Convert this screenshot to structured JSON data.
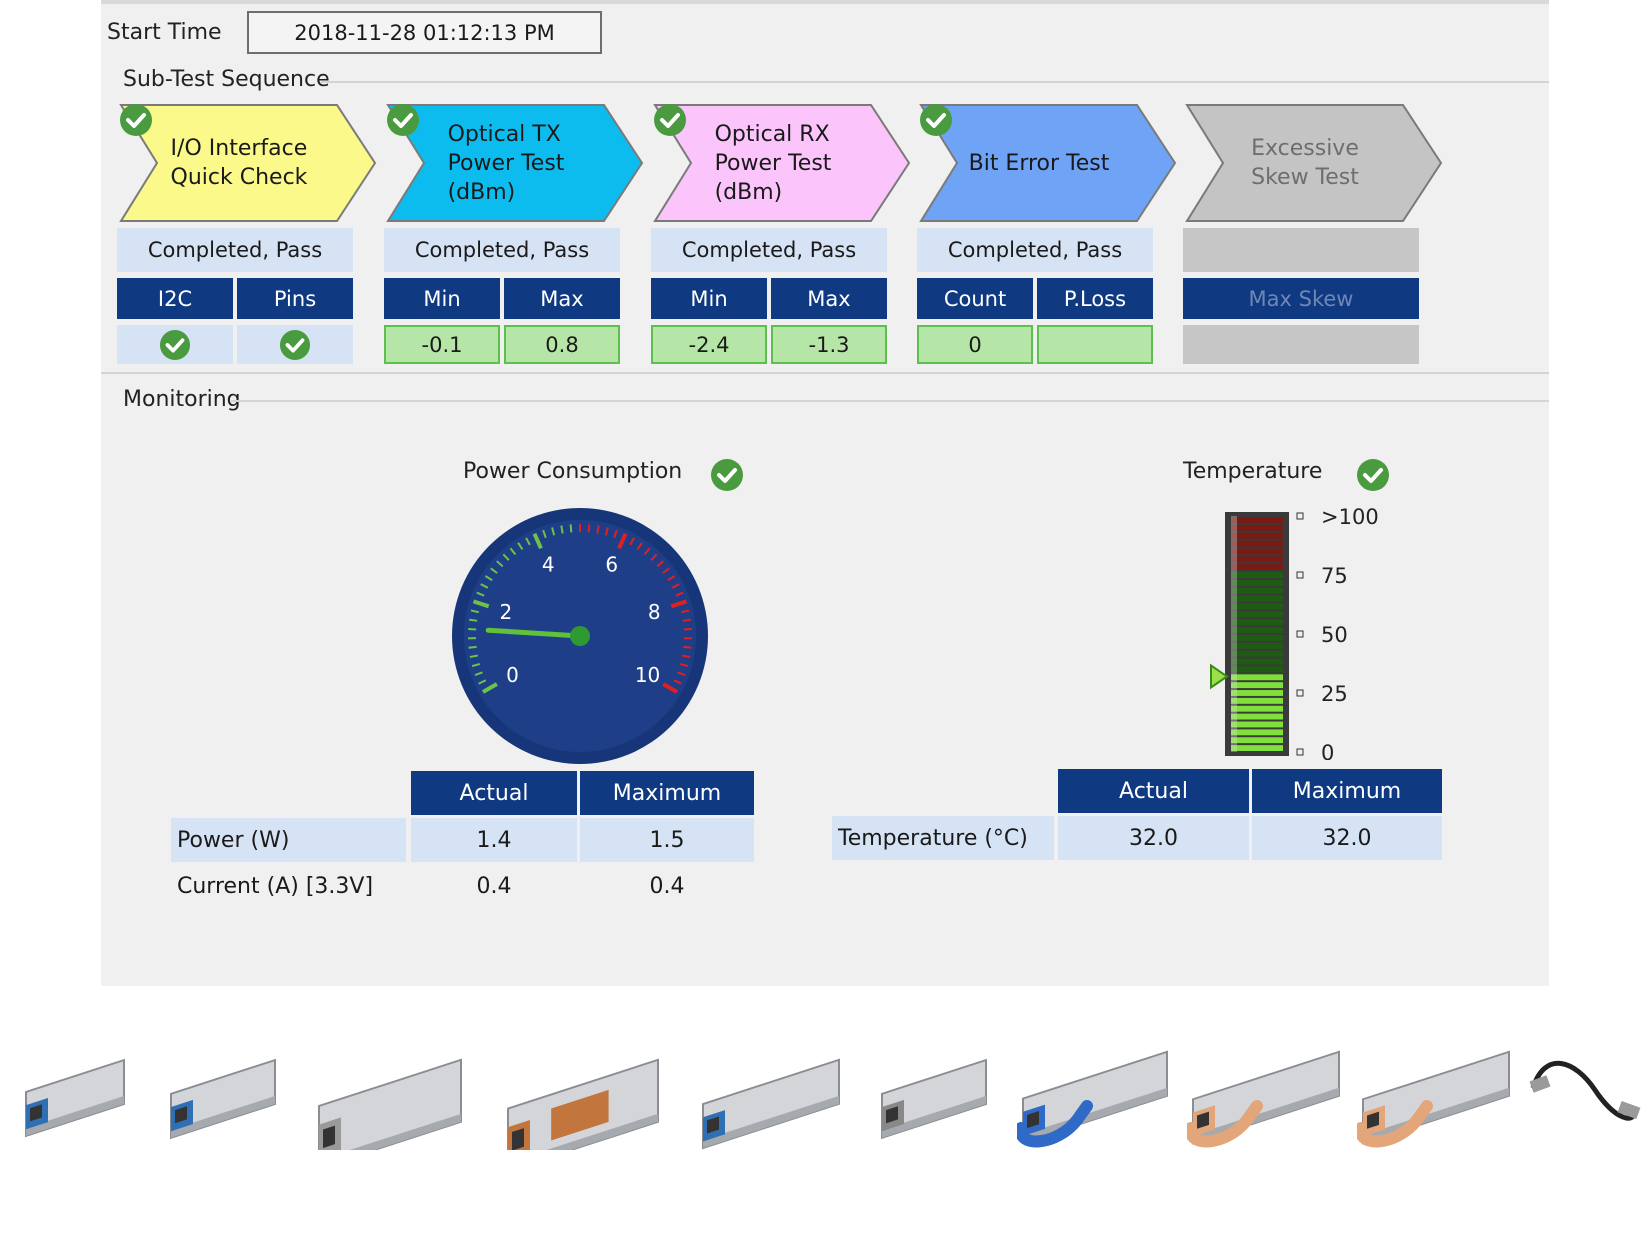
{
  "start": {
    "label": "Start Time",
    "value": "2018-11-28 01:12:13 PM"
  },
  "sequence": {
    "group_label": "Sub-Test Sequence",
    "steps": [
      {
        "lines": [
          "I/O Interface",
          "Quick Check"
        ],
        "fill": "#fbf98a",
        "passed": true,
        "status": "Completed, Pass",
        "headers": [
          "I2C",
          "Pins"
        ],
        "values": [
          "",
          ""
        ],
        "value_icons": [
          "check-circle",
          "check-circle"
        ]
      },
      {
        "lines": [
          "Optical TX",
          "Power Test",
          "(dBm)"
        ],
        "fill": "#0dbcef",
        "passed": true,
        "status": "Completed, Pass",
        "headers": [
          "Min",
          "Max"
        ],
        "values": [
          "-0.1",
          "0.8"
        ]
      },
      {
        "lines": [
          "Optical RX",
          "Power Test",
          "(dBm)"
        ],
        "fill": "#fbc4fb",
        "passed": true,
        "status": "Completed, Pass",
        "headers": [
          "Min",
          "Max"
        ],
        "values": [
          "-2.4",
          "-1.3"
        ]
      },
      {
        "lines": [
          "Bit Error Test"
        ],
        "fill": "#6ea3f6",
        "passed": true,
        "status": "Completed, Pass",
        "headers": [
          "Count",
          "P.Loss"
        ],
        "values": [
          "0",
          ""
        ]
      },
      {
        "lines": [
          "Excessive",
          "Skew Test"
        ],
        "fill": "#c4c4c4",
        "passed": false,
        "status": "",
        "headers": [
          "Max Skew"
        ],
        "values": [
          ""
        ]
      }
    ]
  },
  "monitoring": {
    "group_label": "Monitoring",
    "power": {
      "title": "Power Consumption",
      "passed": true,
      "gauge": {
        "min": 0,
        "max": 10,
        "value": 1.4,
        "ticks": [
          "0",
          "2",
          "4",
          "6",
          "8",
          "10"
        ]
      },
      "table": {
        "headers": [
          "Actual",
          "Maximum"
        ],
        "rows": [
          {
            "label": "Power (W)",
            "actual": "1.4",
            "maximum": "1.5"
          },
          {
            "label": "Current (A) [3.3V]",
            "actual": "0.4",
            "maximum": "0.4"
          }
        ]
      }
    },
    "temperature": {
      "title": "Temperature",
      "passed": true,
      "bar": {
        "labels": [
          ">100",
          "75",
          "50",
          "25",
          "0"
        ],
        "value_percent": 32
      },
      "table": {
        "headers": [
          "Actual",
          "Maximum"
        ],
        "rows": [
          {
            "label": "Temperature (°C)",
            "actual": "32.0",
            "maximum": "32.0"
          }
        ]
      }
    }
  },
  "colors": {
    "header_blue": "#0f3a82",
    "pass_green": "#4a9a3f",
    "value_green": "#b6e6a7",
    "status_blue": "#d6e3f4",
    "gauge_blue": "#1e3f87"
  },
  "products": [
    {
      "name": "sfp-transceiver-image",
      "accent": "#2f6fb3"
    },
    {
      "name": "sfp-plus-transceiver-image",
      "accent": "#2f6fb3"
    },
    {
      "name": "cfp-module-image",
      "accent": "#888888"
    },
    {
      "name": "cfp-open-module-image",
      "accent": "#c2763e"
    },
    {
      "name": "cfp2-module-image",
      "accent": "#2f6fb3"
    },
    {
      "name": "xfp-module-image",
      "accent": "#888888"
    },
    {
      "name": "qsfp-blue-pull-tab-image",
      "accent": "#2f6bc6"
    },
    {
      "name": "qsfp-tan-pull-tab-image",
      "accent": "#e3a57a"
    },
    {
      "name": "qsfp-tan-pull-tab-image-2",
      "accent": "#e3a57a"
    },
    {
      "name": "dac-cable-image",
      "accent": "#222222"
    }
  ]
}
